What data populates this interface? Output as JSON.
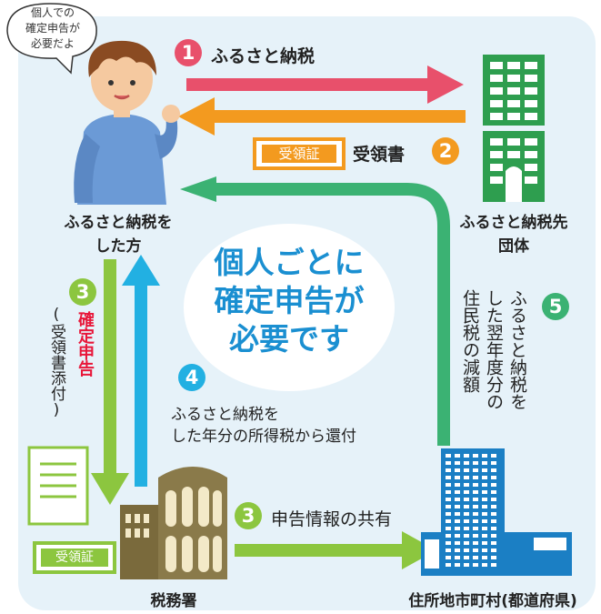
{
  "colors": {
    "panel_bg": "#e6f2f9",
    "red": "#e8506b",
    "orange": "#f39a1f",
    "green": "#3bb273",
    "light_green": "#8cc63f",
    "blue": "#22b0e2",
    "center_text": "#1a8fd1",
    "alert_red": "#e8173a"
  },
  "speech_bubble": {
    "lines": [
      "個人での",
      "確定申告が",
      "必要だよ"
    ]
  },
  "nodes": {
    "person": {
      "label_lines": [
        "ふるさと納税を",
        "した方"
      ],
      "icon": "person-icon"
    },
    "municipality_dest": {
      "label_lines": [
        "ふるさと納税先",
        "団体"
      ],
      "icon": "green-building-icon"
    },
    "tax_office": {
      "label": "税務署",
      "icon": "tax-office-building-icon"
    },
    "local_gov": {
      "label": "住所地市町村(都道府県)",
      "icon": "blue-building-icon"
    }
  },
  "center": {
    "lines": [
      "個人ごとに",
      "確定申告が",
      "必要です"
    ]
  },
  "steps": {
    "s1": {
      "num": "1",
      "label": "ふるさと納税"
    },
    "s2": {
      "num": "2",
      "label": "受領書",
      "receipt": "受領証"
    },
    "s3a": {
      "num": "3",
      "title": "確定申告",
      "note": "(受領書添付)"
    },
    "s3b": {
      "num": "3",
      "label": "申告情報の共有"
    },
    "s4": {
      "num": "4",
      "lines": [
        "ふるさと納税を",
        "した年分の所得税から還付"
      ]
    },
    "s5": {
      "num": "5",
      "cols": [
        "ふるさと納税を",
        "した翌年度分の",
        "住民税の減額"
      ]
    }
  },
  "document": {
    "receipt": "受領証"
  }
}
